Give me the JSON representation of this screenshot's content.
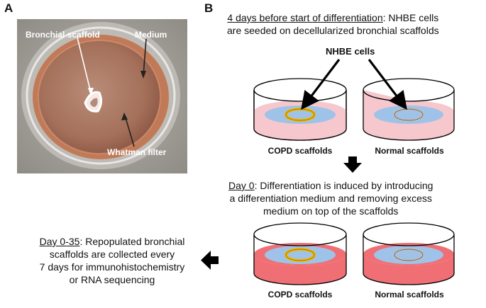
{
  "panel_a": {
    "letter": "A",
    "labels": {
      "bronchial_scaffold": "Bronchial scaffold",
      "medium": "Medium",
      "whatman_filter": "Whatman filter"
    }
  },
  "panel_b": {
    "letter": "B",
    "step1": {
      "lead": "4 days before start of differentiation",
      "rest_line1": ": NHBE cells",
      "line2": "are seeded on decellularized bronchial scaffolds"
    },
    "nhbe_label": "NHBE cells",
    "step2": {
      "lead": "Day 0",
      "rest_line1": ": Differentiation is induced by introducing",
      "line2": "a differentiation medium and removing excess",
      "line3": "medium on top of the scaffolds"
    },
    "step3": {
      "lead": "Day 0-35",
      "rest_line1": ": Repopulated bronchial",
      "line2": "scaffolds are collected every",
      "line3": "7 days for immunohistochemistry",
      "line4": "or RNA sequencing"
    },
    "dishes": {
      "copd_label": "COPD scaffolds",
      "normal_label": "Normal scaffolds"
    }
  },
  "colors": {
    "light_medium": "#f6c7cd",
    "dark_medium": "#ef6f74",
    "filter_blue": "#9fc3e8",
    "copd_ring": "#f2b300",
    "normal_ring": "#bdbdbd"
  }
}
